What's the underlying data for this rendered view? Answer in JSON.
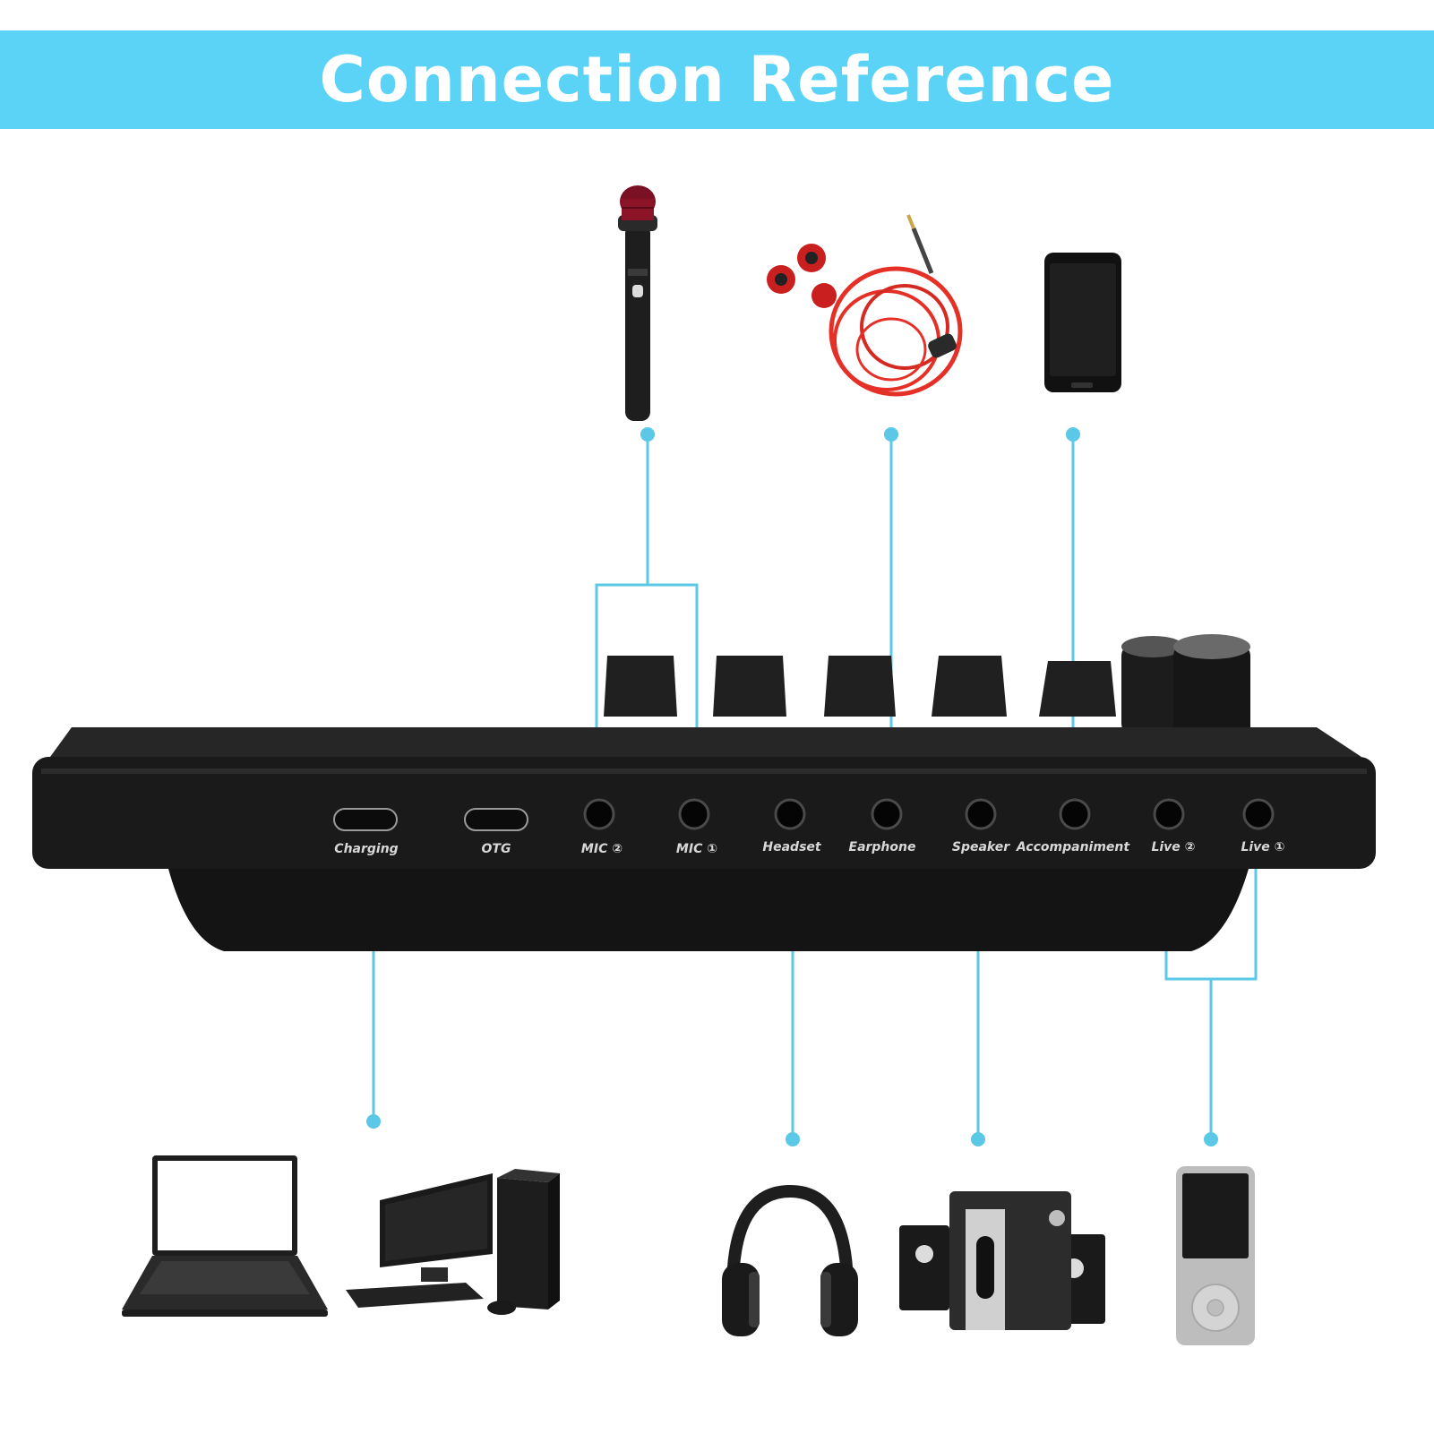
{
  "header": {
    "title": "Connection Reference"
  },
  "colors": {
    "banner": "#5ad3f7",
    "line": "#5ac8e6",
    "device": "#1a1a1a"
  },
  "ports": {
    "charging": "Charging",
    "otg": "OTG",
    "mic2": "MIC ②",
    "mic1": "MIC ①",
    "headset": "Headset",
    "earphone": "Earphone",
    "speaker": "Speaker",
    "accompaniment": "Accompaniment",
    "live2": "Live ②",
    "live1": "Live ①"
  },
  "devices": {
    "top": [
      "microphone-icon",
      "earphones-icon",
      "phone-icon"
    ],
    "bottom": [
      "laptop-icon",
      "desktop-pc-icon",
      "headphones-icon",
      "speakers-icon",
      "mp3-player-icon"
    ]
  }
}
